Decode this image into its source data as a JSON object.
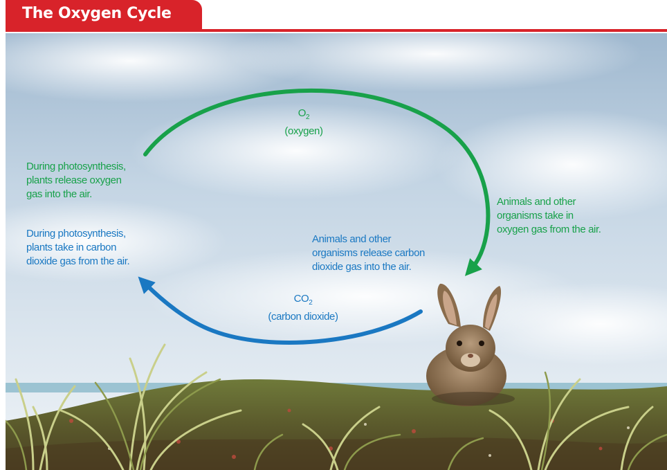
{
  "title": "The Oxygen Cycle",
  "colors": {
    "title_bar": "#d8232a",
    "oxygen_arrow": "#18a14a",
    "carbon_arrow": "#1a78c2"
  },
  "cycle": {
    "oxygen": {
      "formula_base": "O",
      "formula_sub": "2",
      "name": "(oxygen)"
    },
    "carbon_dioxide": {
      "formula_base": "CO",
      "formula_sub": "2",
      "name": "(carbon dioxide)"
    },
    "plants_release": [
      "During photosynthesis,",
      "plants release oxygen",
      "gas into the air."
    ],
    "plants_take_in": [
      "During photosynthesis,",
      "plants take in carbon",
      "dioxide gas from the air."
    ],
    "animals_release": [
      "Animals and other",
      "organisms release carbon",
      "dioxide gas into the air."
    ],
    "animals_take_in": [
      "Animals and other",
      "organisms take in",
      "oxygen gas from the air."
    ]
  }
}
